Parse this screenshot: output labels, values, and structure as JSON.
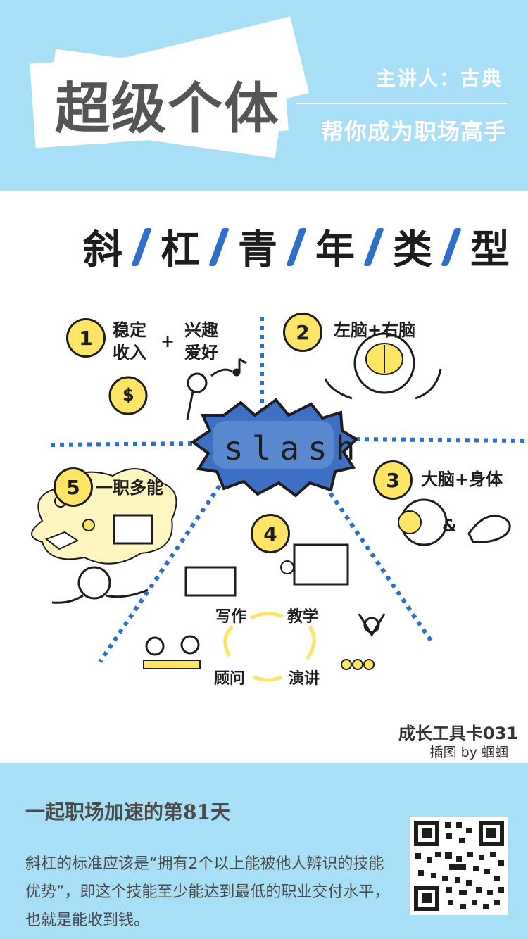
{
  "header": {
    "title": "超级个体",
    "speaker": "主讲人：古典",
    "tagline": "帮你成为职场高手"
  },
  "illustration": {
    "title_chars": [
      "斜",
      "杠",
      "青",
      "年",
      "类",
      "型"
    ],
    "center_word": "slash",
    "types": [
      {
        "number": "1",
        "lines": [
          "稳定",
          "收入"
        ],
        "plus": "+",
        "lines2": [
          "兴趣",
          "爱好"
        ]
      },
      {
        "number": "2",
        "label": "左脑+右脑"
      },
      {
        "number": "3",
        "label": "大脑+身体"
      },
      {
        "number": "4",
        "cycle": [
          "写作",
          "教学",
          "演讲",
          "顾问"
        ]
      },
      {
        "number": "5",
        "label": "一职多能"
      }
    ],
    "dollar_symbol": "$",
    "ampersand": "&",
    "credit_line1": "成长工具卡031",
    "credit_line2": "插图 by 蝈蝈"
  },
  "footer": {
    "title": "一起职场加速的第81天",
    "body": "斜杠的标准应该是“拥有2个以上能被他人辨识的技能优势”，即这个技能至少能达到最低的职业交付水平，也就是能收到钱。"
  },
  "colors": {
    "header_bg": "#a8dff6",
    "accent_blue": "#2f6fc9",
    "highlight_yellow": "#ffe566",
    "text_dark": "#4a4a4a"
  }
}
